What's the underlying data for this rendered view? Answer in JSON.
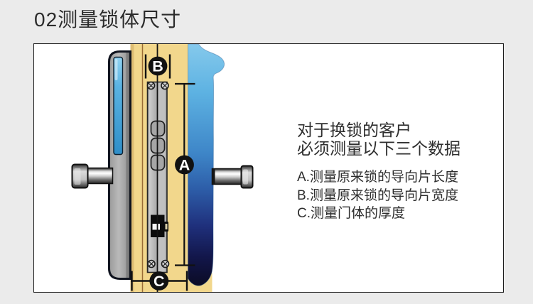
{
  "page": {
    "background_color": "#ebebeb",
    "title": "02测量锁体尺寸"
  },
  "figure": {
    "border_color": "#1c1c1c",
    "background_color": "#ffffff",
    "markers": {
      "a": "A",
      "b": "B",
      "c": "C"
    },
    "colors": {
      "door_yellow": "#f2d78c",
      "door_edge_brown": "#8a5a28",
      "plate_gray": "#b2b2b2",
      "panel_gray": "#a8a8a8",
      "inset_blue": "#47a5d9",
      "panel_blue_top": "#85c9ec",
      "panel_navy_bottom": "#0b0b24",
      "marker_fill": "#111111",
      "marker_letter": "#ffffff"
    }
  },
  "info": {
    "heading_line1": "对于换锁的客户",
    "heading_line2": "必须测量以下三个数据",
    "items": [
      "A.测量原来锁的导向片长度",
      "B.测量原来锁的导向片宽度",
      "C.测量门体的厚度"
    ]
  }
}
